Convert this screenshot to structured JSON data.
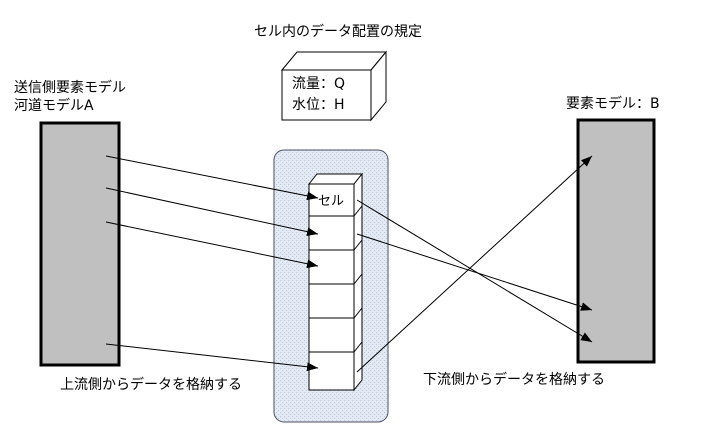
{
  "diagram": {
    "title": "セル内のデータ配置の規定",
    "sender_label_line1": "送信側要素モデル",
    "sender_label_line2": "河道モデルA",
    "receiver_label": "要素モデル：B",
    "cube_line1": "流量：Q",
    "cube_line2": "水位：H",
    "cell_label": "セル",
    "upstream_caption": "上流側からデータを格納する",
    "downstream_caption": "下流側からデータを格納する",
    "colors": {
      "model_fill": "#c0c0c0",
      "container_fill": "#e3eaf3",
      "container_stroke": "#4d4d66",
      "stroke": "#000000"
    }
  }
}
